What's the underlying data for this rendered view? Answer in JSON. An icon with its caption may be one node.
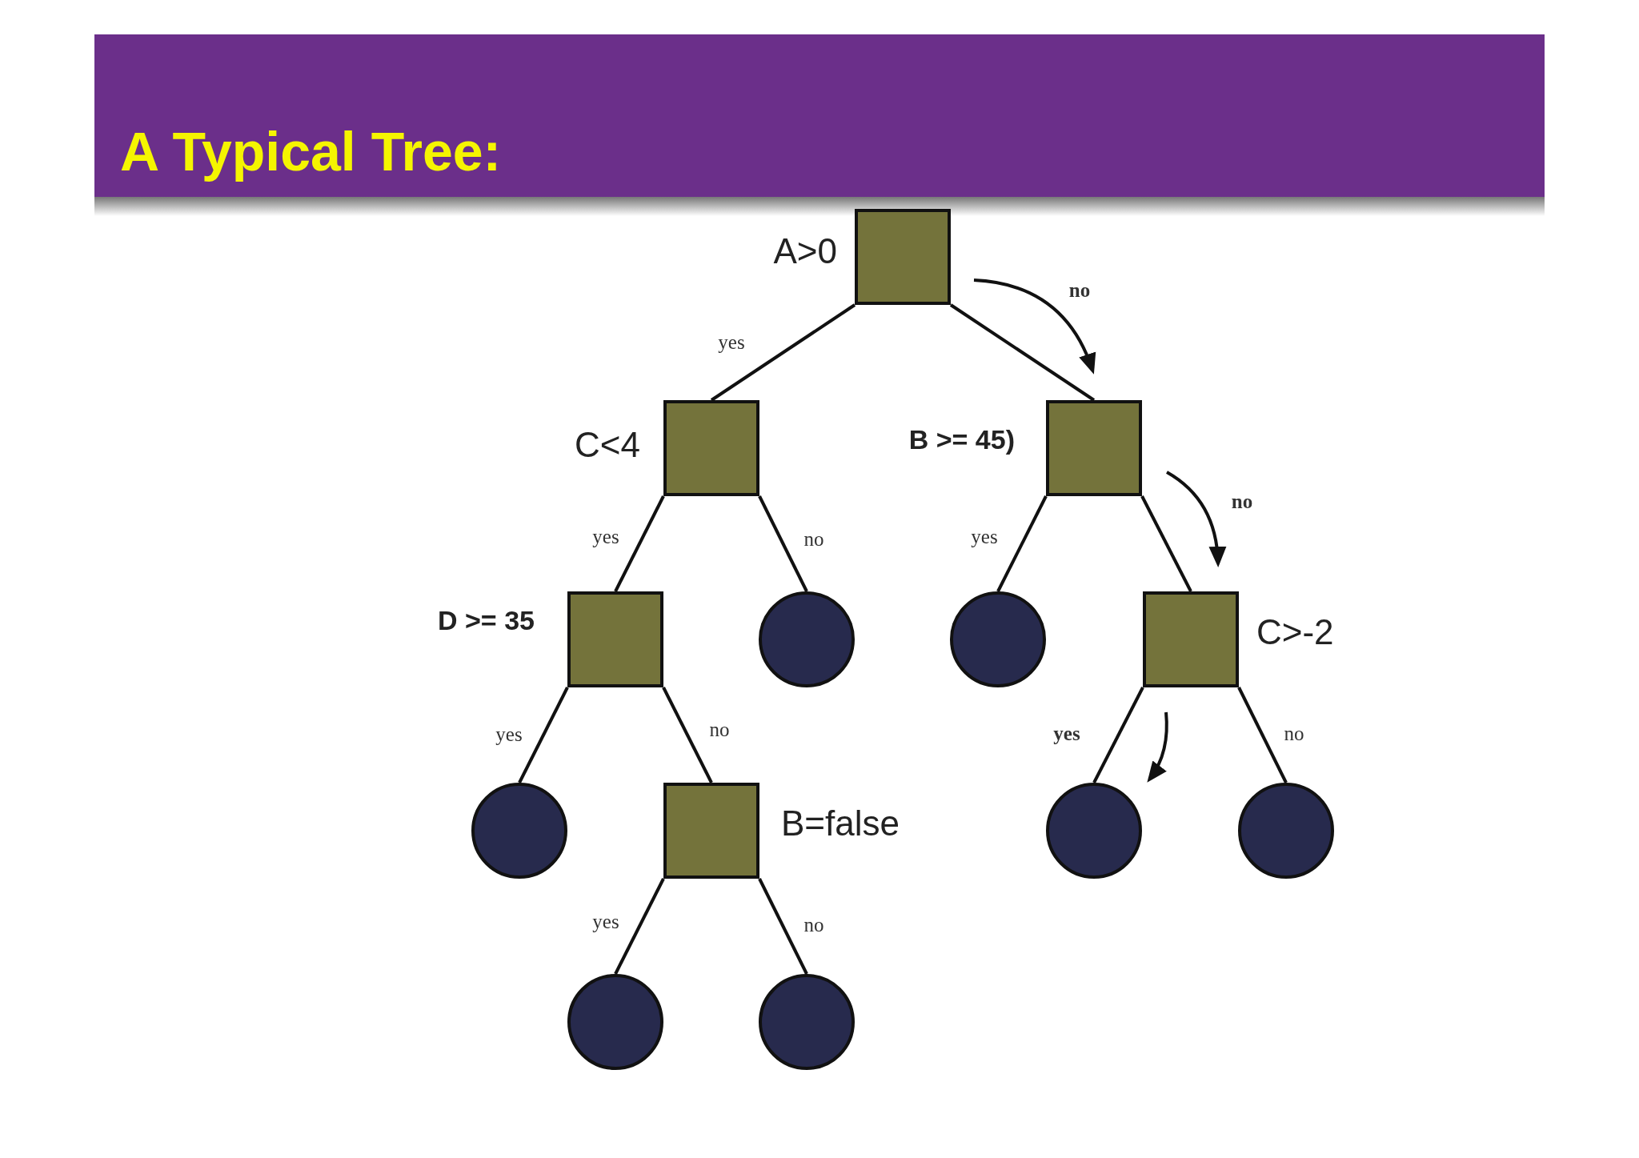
{
  "diagram": {
    "title": "A Typical Tree:",
    "nodes": [
      {
        "text": [
          "A>0"
        ]
      },
      {
        "text": [
          "C<4"
        ]
      },
      {
        "text": [
          "B >= 45)"
        ]
      },
      {
        "text": [
          "D >= 35"
        ]
      },
      {
        "text": [],
        "shape": "circle"
      },
      {
        "text": [],
        "shape": "circle"
      },
      {
        "text": [
          "C>-2"
        ]
      },
      {
        "text": [],
        "shape": "circle"
      },
      {
        "text": [
          "B=false"
        ]
      },
      {
        "text": [],
        "shape": "circle"
      },
      {
        "text": [],
        "shape": "circle"
      },
      {
        "text": [],
        "shape": "circle"
      },
      {
        "text": [],
        "shape": "circle"
      }
    ],
    "edges": [
      {
        "from": 0,
        "to": 1,
        "arrow": "none",
        "label": "yes"
      },
      {
        "from": 0,
        "to": 2,
        "arrow": "none",
        "label": "no"
      },
      {
        "from": 1,
        "to": 3,
        "arrow": "none",
        "label": "yes"
      },
      {
        "from": 1,
        "to": 4,
        "arrow": "none",
        "label": "no"
      },
      {
        "from": 2,
        "to": 5,
        "arrow": "none",
        "label": "yes"
      },
      {
        "from": 2,
        "to": 6,
        "arrow": "none",
        "label": "no"
      },
      {
        "from": 3,
        "to": 7,
        "arrow": "none",
        "label": "yes"
      },
      {
        "from": 3,
        "to": 8,
        "arrow": "none",
        "label": "no"
      },
      {
        "from": 6,
        "to": 9,
        "arrow": "none",
        "label": "yes"
      },
      {
        "from": 6,
        "to": 10,
        "arrow": "none",
        "label": "no"
      },
      {
        "from": 8,
        "to": 11,
        "arrow": "none",
        "label": "yes"
      },
      {
        "from": 8,
        "to": 12,
        "arrow": "none",
        "label": "no"
      }
    ]
  }
}
